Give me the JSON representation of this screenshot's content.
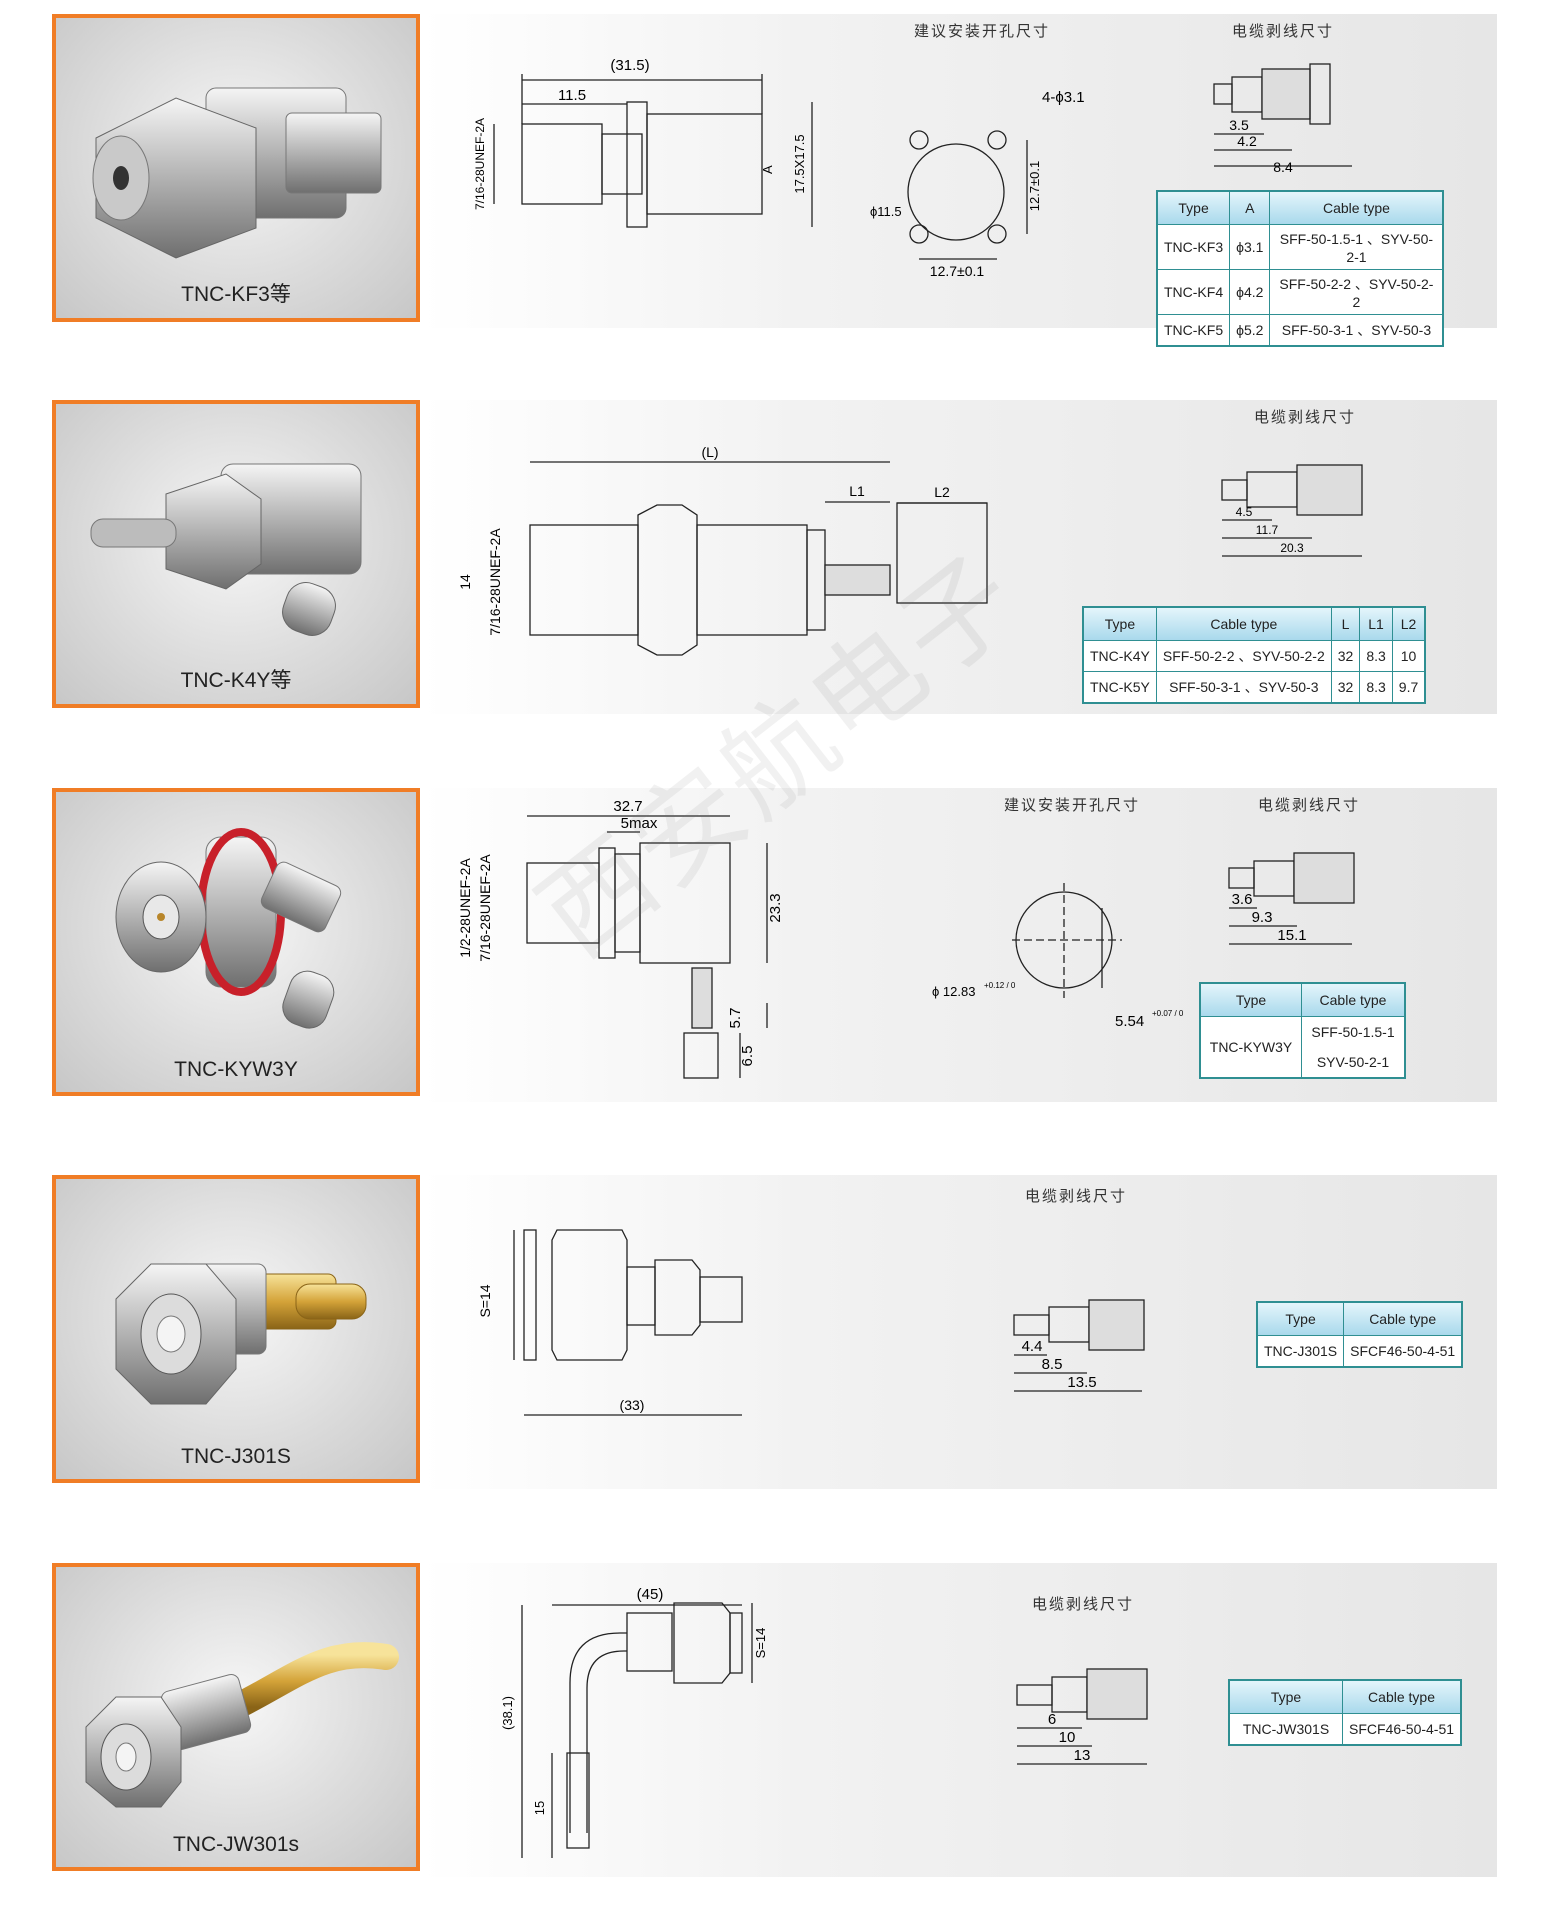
{
  "rows": [
    {
      "label": "TNC-KF3等",
      "captions": {
        "hole": "建议安装开孔尺寸",
        "strip": "电缆剥线尺寸"
      },
      "dims": {
        "overall": "(31.5)",
        "front": "11.5",
        "thread": "7/16-28UNEF-2A",
        "a": "A",
        "flange": "17.5X17.5",
        "holes": "4-ϕ3.1",
        "center_d": "ϕ11.5",
        "pitch_v": "12.7±0.1",
        "pitch_h": "12.7±0.1",
        "s1": "3.5",
        "s2": "4.2",
        "s3": "8.4"
      },
      "table": {
        "headers": [
          "Type",
          "A",
          "Cable type"
        ],
        "rows": [
          [
            "TNC-KF3",
            "ϕ3.1",
            "SFF-50-1.5-1 、SYV-50-2-1"
          ],
          [
            "TNC-KF4",
            "ϕ4.2",
            "SFF-50-2-2 、SYV-50-2-2"
          ],
          [
            "TNC-KF5",
            "ϕ5.2",
            "SFF-50-3-1 、SYV-50-3"
          ]
        ]
      }
    },
    {
      "label": "TNC-K4Y等",
      "captions": {
        "strip": "电缆剥线尺寸"
      },
      "dims": {
        "overall": "(L)",
        "l1": "L1",
        "l2": "L2",
        "dia": "14",
        "thread": "7/16-28UNEF-2A",
        "s1": "4.5",
        "s2": "11.7",
        "s3": "20.3"
      },
      "table": {
        "headers": [
          "Type",
          "Cable type",
          "L",
          "L1",
          "L2"
        ],
        "rows": [
          [
            "TNC-K4Y",
            "SFF-50-2-2 、SYV-50-2-2",
            "32",
            "8.3",
            "10"
          ],
          [
            "TNC-K5Y",
            "SFF-50-3-1 、SYV-50-3",
            "32",
            "8.3",
            "9.7"
          ]
        ]
      }
    },
    {
      "label": "TNC-KYW3Y",
      "captions": {
        "hole": "建议安装开孔尺寸",
        "strip": "电缆剥线尺寸"
      },
      "dims": {
        "overall": "32.7",
        "max": "5max",
        "thread1": "1/2-28UNEF-2A",
        "thread2": "7/16-28UNEF-2A",
        "height": "23.3",
        "pin": "5.7",
        "ferrule": "6.5",
        "hole_d": "ϕ 12.83",
        "hole_tol": "+0.12 / 0",
        "flat": "5.54",
        "flat_tol": "+0.07 / 0",
        "s1": "3.6",
        "s2": "9.3",
        "s3": "15.1"
      },
      "table": {
        "headers": [
          "Type",
          "Cable type"
        ],
        "rows": [
          [
            "TNC-KYW3Y",
            "SFF-50-1.5-1",
            "SYV-50-2-1"
          ]
        ]
      }
    },
    {
      "label": "TNC-J301S",
      "captions": {
        "strip": "电缆剥线尺寸"
      },
      "dims": {
        "s": "S=14",
        "overall": "(33)",
        "s1": "4.4",
        "s2": "8.5",
        "s3": "13.5"
      },
      "table": {
        "headers": [
          "Type",
          "Cable type"
        ],
        "rows": [
          [
            "TNC-J301S",
            "SFCF46-50-4-51"
          ]
        ]
      }
    },
    {
      "label": "TNC-JW301s",
      "captions": {
        "strip": "电缆剥线尺寸"
      },
      "dims": {
        "overall": "(45)",
        "s": "S=14",
        "height": "(38.1)",
        "tail": "15",
        "s1": "6",
        "s2": "10",
        "s3": "13"
      },
      "table": {
        "headers": [
          "Type",
          "Cable type"
        ],
        "rows": [
          [
            "TNC-JW301S",
            "SFCF46-50-4-51"
          ]
        ]
      }
    }
  ],
  "watermark": "西安航电子",
  "colors": {
    "frame": "#f07d26",
    "table_border": "#2f8f92",
    "table_header": "#a9d9ec"
  }
}
